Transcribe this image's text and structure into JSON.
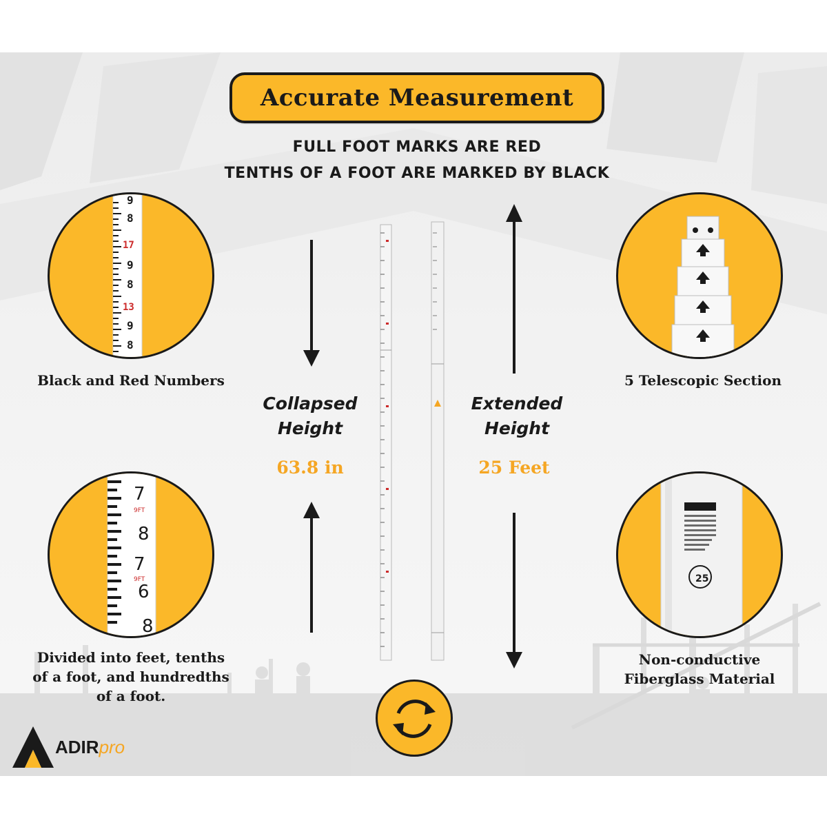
{
  "title": "Accurate Measurement",
  "subtitle_line1": "FULL FOOT MARKS ARE RED",
  "subtitle_line2": "TENTHS OF A FOOT ARE MARKED BY BLACK",
  "features": {
    "top_left": "Black and Red Numbers",
    "top_right": "5 Telescopic Section",
    "bottom_left": [
      "Divided into feet, tenths",
      "of a foot, and hundredths",
      "of a foot."
    ],
    "bottom_right": [
      "Non-conductive",
      "Fiberglass Material"
    ]
  },
  "collapsed": {
    "label_line1": "Collapsed",
    "label_line2": "Height",
    "value": "63.8 in"
  },
  "extended": {
    "label_line1": "Extended",
    "label_line2": "Height",
    "value": "25 Feet"
  },
  "ruler_numbers_top": [
    "9",
    "8",
    "17",
    "9",
    "8",
    "13",
    "9",
    "8"
  ],
  "ruler_numbers_bottom": [
    "7",
    "8",
    "7",
    "6",
    "8"
  ],
  "ruler_small_label": "9FT",
  "brand": {
    "name": "ADIR",
    "suffix": "pro"
  },
  "colors": {
    "accent": "#fbb829",
    "value": "#f5a623",
    "ink": "#1a1a1a",
    "red": "#cc2a2a"
  }
}
